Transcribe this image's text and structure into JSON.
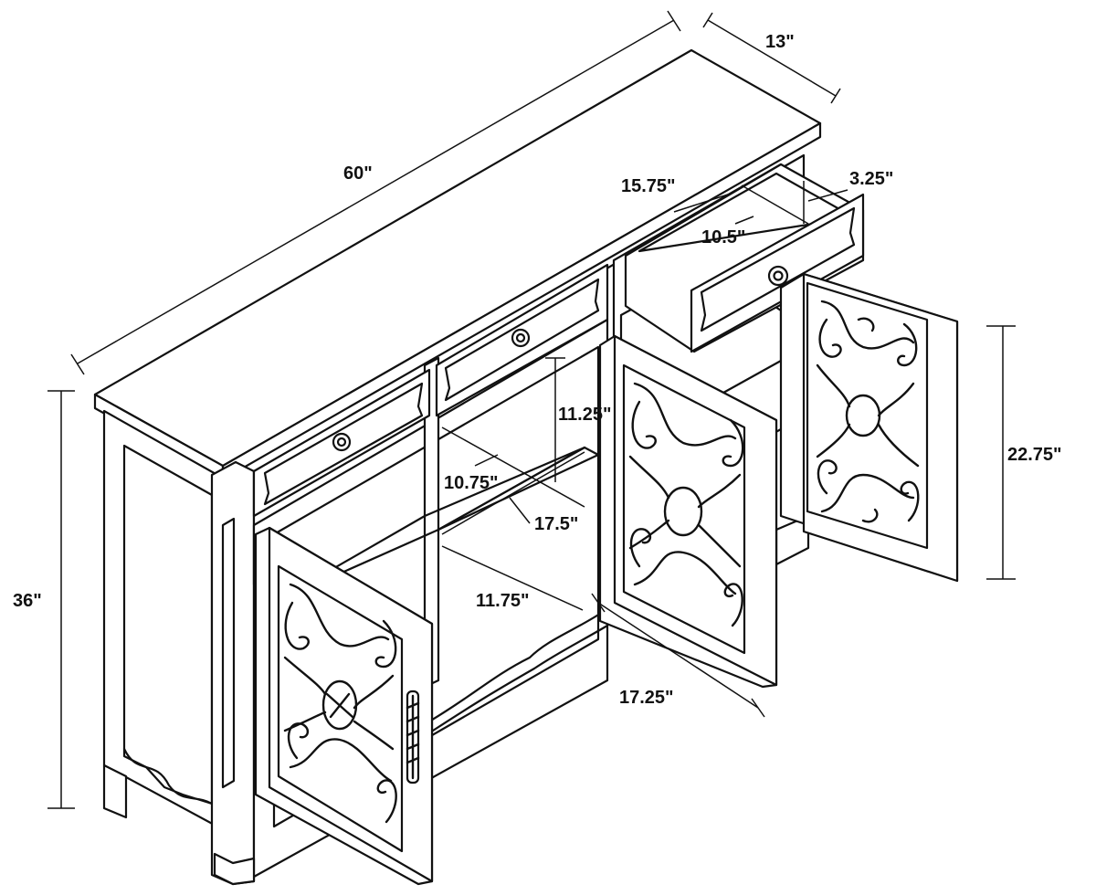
{
  "dimensions": {
    "width": "60\"",
    "depth": "13\"",
    "height": "36\"",
    "drawer_depth": "15.75\"",
    "drawer_height": "3.25\"",
    "drawer_width": "10.5\"",
    "shelf_height": "11.25\"",
    "shelf_depth": "10.75\"",
    "shelf_width": "17.5\"",
    "door_width": "11.75\"",
    "opening_width": "17.25\"",
    "door_height": "22.75\""
  }
}
